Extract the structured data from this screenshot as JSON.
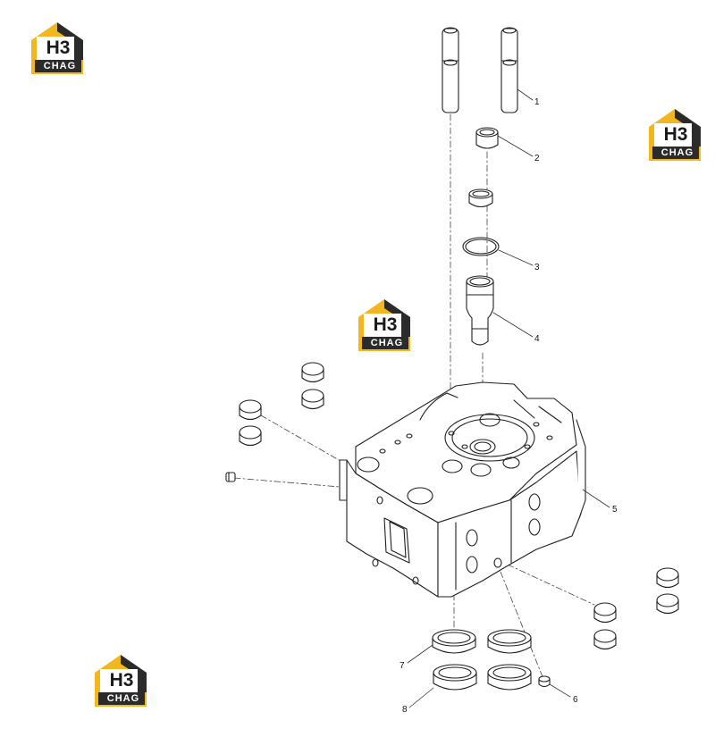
{
  "watermark": {
    "mark": "H3",
    "text": "CHAG",
    "color_yellow": "#f2b71e",
    "color_dark": "#2b2b2b"
  },
  "callouts": [
    "1",
    "2",
    "3",
    "4",
    "5",
    "6",
    "7",
    "8"
  ],
  "colors": {
    "line": "#1f1f1f",
    "leader": "#444444"
  }
}
